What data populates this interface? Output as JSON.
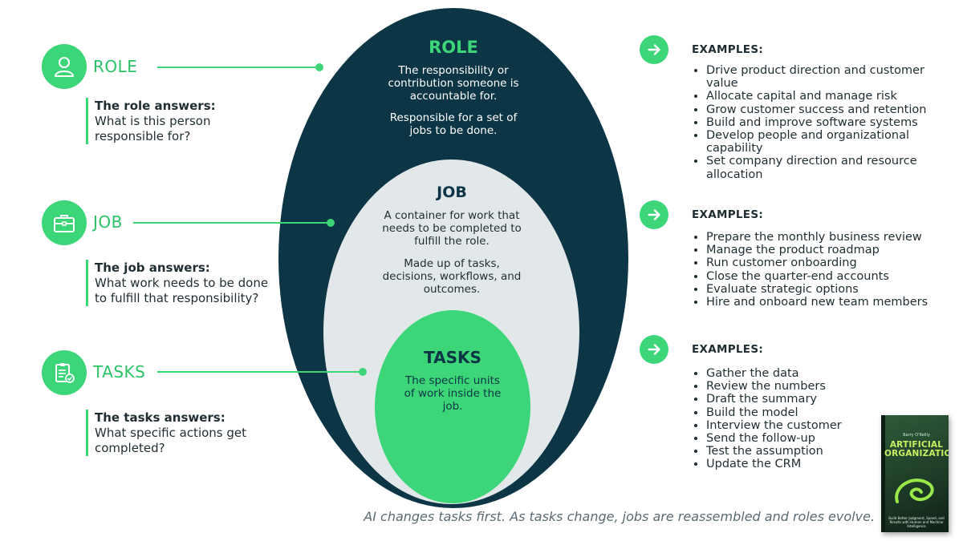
{
  "role": {
    "side_title": "ROLE",
    "answer_head": "The role answers:",
    "answer_text": "What is this person responsible for?",
    "ellipse_title": "ROLE",
    "ellipse_text1": "The responsibility or contribution someone is accountable for.",
    "ellipse_text2": "Responsible for a set of jobs to be done.",
    "examples_head": "EXAMPLES:",
    "examples": [
      "Drive product direction and customer value",
      "Allocate capital and manage risk",
      "Grow customer success and retention",
      "Build and improve software systems",
      "Develop people and organizational capability",
      "Set company direction and resource allocation"
    ]
  },
  "job": {
    "side_title": "JOB",
    "answer_head": "The job answers:",
    "answer_text": "What work needs to be done to fulfill that responsibility?",
    "ellipse_title": "JOB",
    "ellipse_text1": "A container for work that needs to be completed to fulfill the role.",
    "ellipse_text2": "Made up of tasks, decisions, workflows, and outcomes.",
    "examples_head": "EXAMPLES:",
    "examples": [
      "Prepare the monthly business review",
      "Manage the product roadmap",
      "Run customer onboarding",
      "Close the quarter-end accounts",
      "Evaluate strategic options",
      "Hire and onboard new team members"
    ]
  },
  "tasks": {
    "side_title": "TASKS",
    "answer_head": "The tasks answers:",
    "answer_text": "What specific actions get completed?",
    "ellipse_title": "TASKS",
    "ellipse_text1": "The specific units of work inside the job.",
    "examples_head": "EXAMPLES:",
    "examples": [
      "Gather the data",
      "Review the numbers",
      "Draft the summary",
      "Build the model",
      "Interview the customer",
      "Send the follow-up",
      "Test the assumption",
      "Update the CRM"
    ]
  },
  "caption": "AI changes tasks first. As tasks change, jobs are reassembled and roles evolve.",
  "book": {
    "author": "Barry O'Reilly",
    "title_line1": "ARTIFICIAL",
    "title_line2": "ORGANIZATIONS",
    "subtitle": "Build Better Judgment, Speed, and Results with Human and Machine Intelligence"
  },
  "colors": {
    "green": "#3cd678",
    "dark_teal": "#0c3545",
    "light_gray": "#e2e8ea"
  },
  "icons": {
    "role": "person-icon",
    "job": "briefcase-icon",
    "tasks": "checklist-icon",
    "examples": "arrow-right-icon"
  }
}
